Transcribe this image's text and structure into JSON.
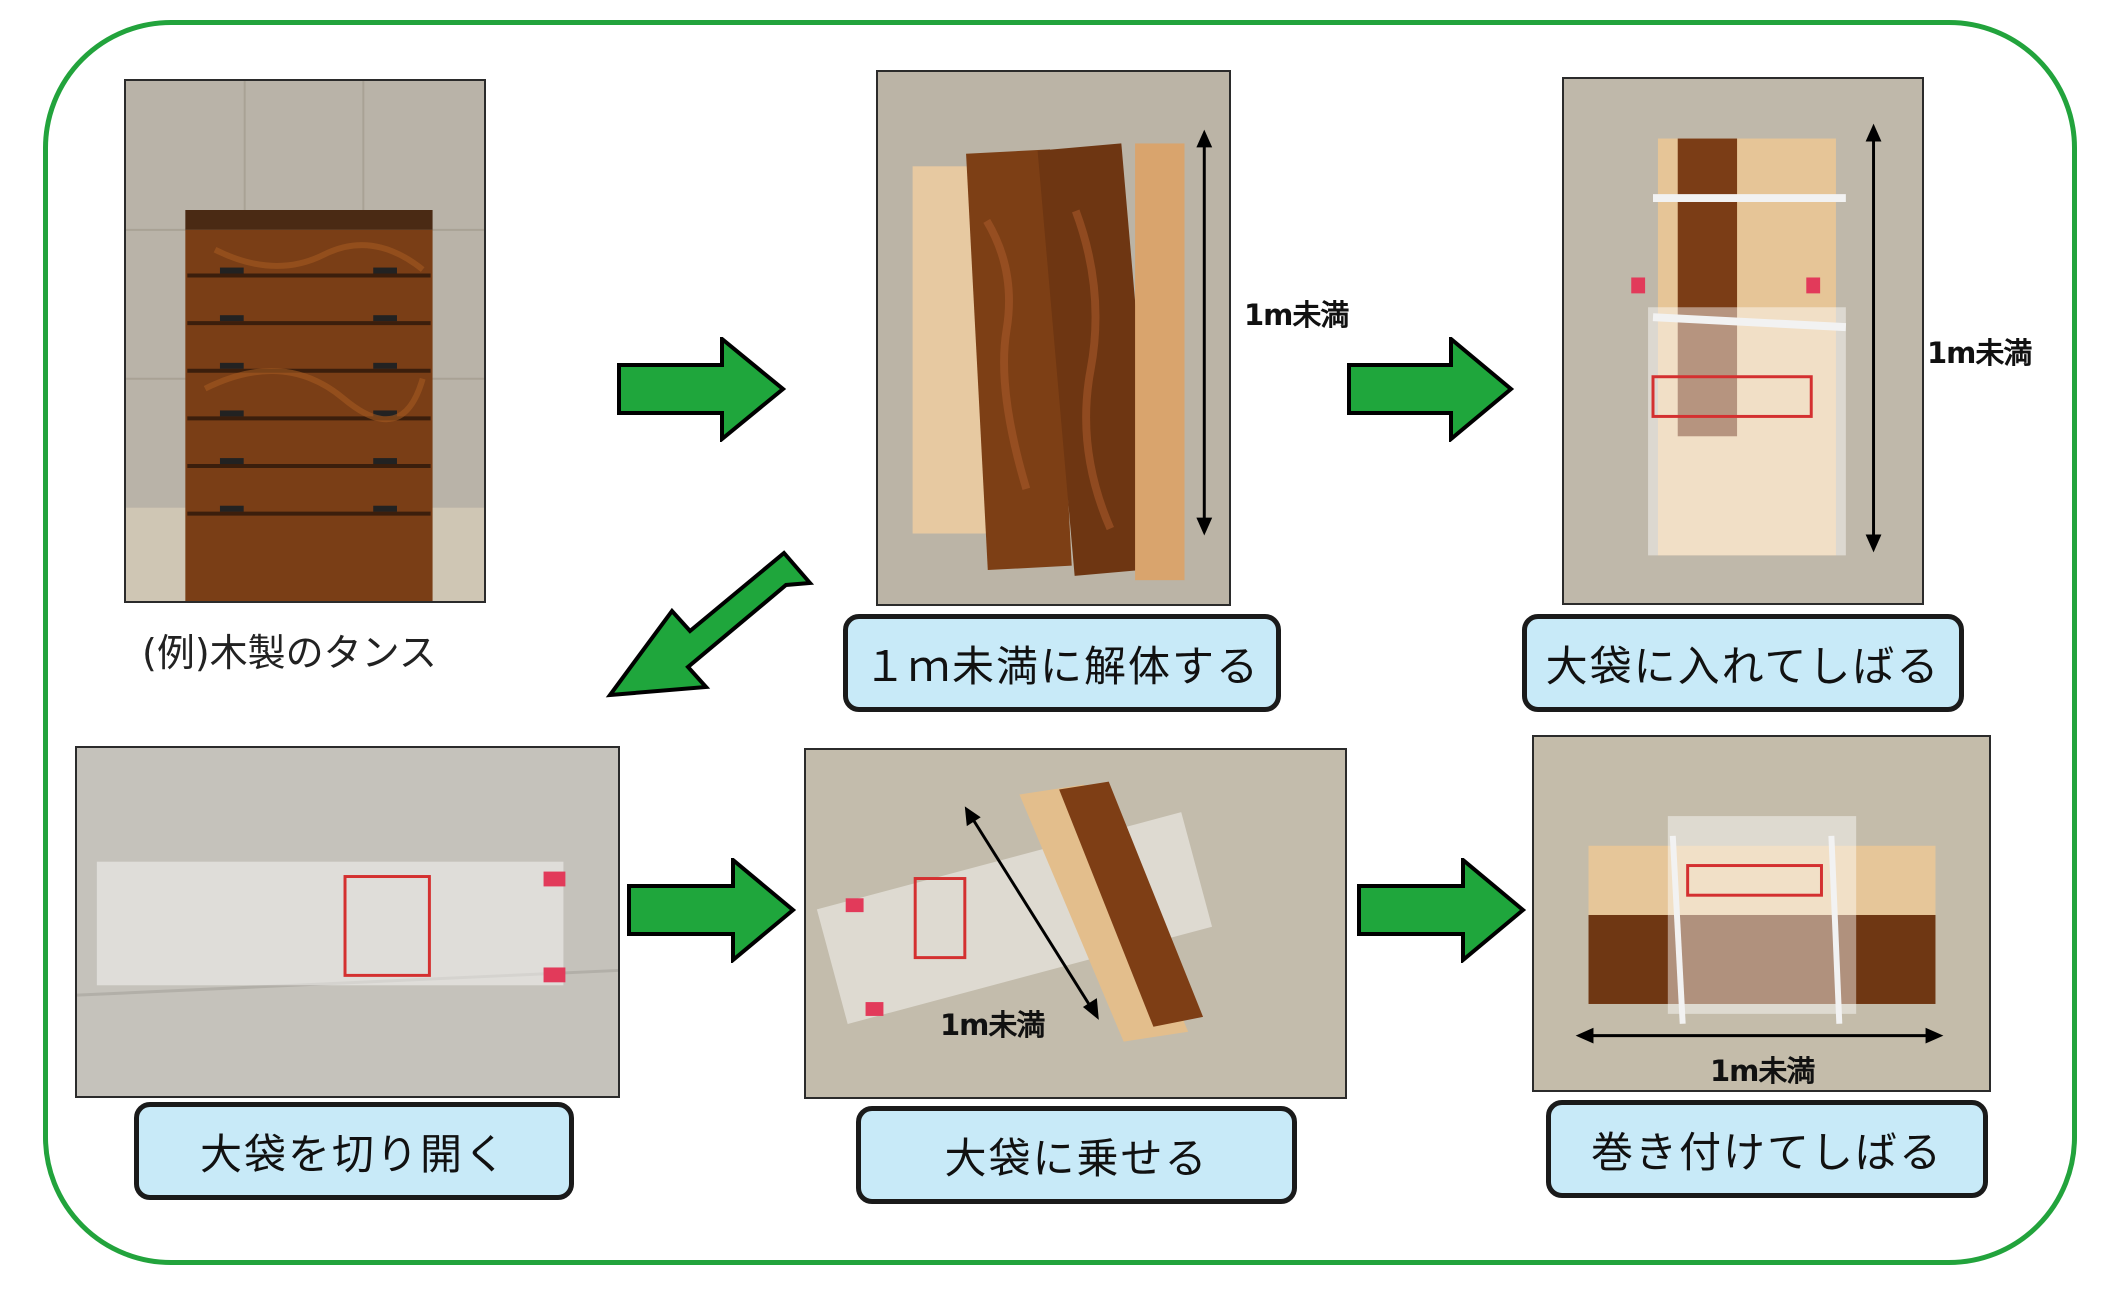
{
  "example_caption": "(例)木製のタンス",
  "steps": {
    "dismantle": "１ｍ未満に解体する",
    "bag_and_tie": "大袋に入れてしばる",
    "cut_open": "大袋を切り開く",
    "place_on_bag": "大袋に乗せる",
    "wrap_and_tie": "巻き付けてしばる"
  },
  "dimension_label": "1m未満",
  "colors": {
    "frame": "#22a33c",
    "arrow_fill": "#1fa63c",
    "label_bg": "#c8eaf8"
  },
  "icons": [
    "right-arrow-icon",
    "down-left-arrow-icon",
    "double-headed-arrow-icon"
  ]
}
